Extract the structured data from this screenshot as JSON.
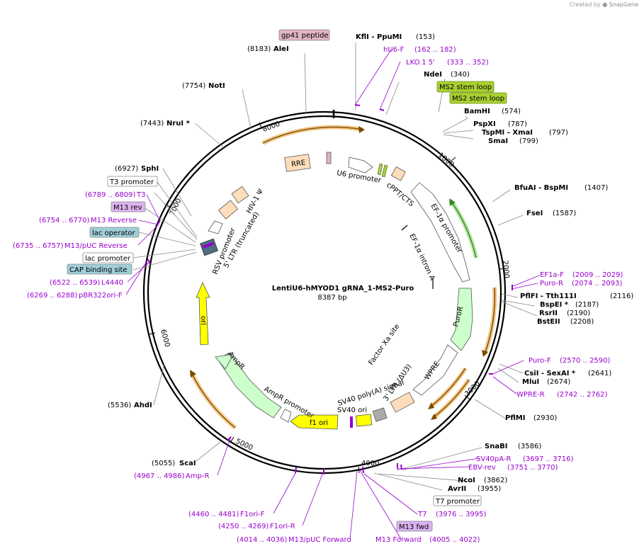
{
  "brand": {
    "created_by": "Created by",
    "name": "SnapGene"
  },
  "plasmid": {
    "name": "LentiU6-hMYOD1 gRNA_1-MS2-Puro",
    "length": "8387 bp",
    "length_bp": 8387
  },
  "colors": {
    "backbone": "#000000",
    "feature_line": "#9900cc",
    "feature_text": "#9900cc",
    "enzyme_text": "#000000",
    "orange_arc": "#e0a040",
    "green_arc": "#6bc84b",
    "promoter_fill": "#ffffff",
    "cds_fill": "#ccffcc",
    "ori_fill": "#ffff00",
    "misc_fill": "#ffddbb",
    "gp41_fill": "#e0b3c4",
    "ms2_fill": "#a8d030",
    "lac_fill": "#9fcfd8",
    "m13_fill": "#dcb3f0",
    "grey_fill": "#aaaaaa"
  },
  "tick_labels": [
    "1000",
    "2000",
    "3000",
    "4000",
    "5000",
    "6000",
    "7000",
    "8000"
  ],
  "enzymes": [
    {
      "id": "klfi-ppumi",
      "name": "KflI  - PpuMI",
      "pos": "(153)"
    },
    {
      "id": "ndei",
      "name": "NdeI",
      "pos": "(340)"
    },
    {
      "id": "bamhi",
      "name": "BamHI",
      "pos": "(574)"
    },
    {
      "id": "pspxi",
      "name": "PspXI",
      "pos": "(787)"
    },
    {
      "id": "tspmi-xmai",
      "name": "TspMI  - XmaI",
      "pos": "(797)"
    },
    {
      "id": "smai",
      "name": "SmaI",
      "pos": "(799)"
    },
    {
      "id": "bfuai-bspmi",
      "name": "BfuAI  - BspMI",
      "pos": "(1407)"
    },
    {
      "id": "fsei",
      "name": "FseI",
      "pos": "(1587)"
    },
    {
      "id": "pflfi-tth111i",
      "name": "PflFI  - Tth111I",
      "pos": "(2116)"
    },
    {
      "id": "bspei",
      "name": "BspEI *",
      "pos": "(2187)"
    },
    {
      "id": "rsrii",
      "name": "RsrII",
      "pos": "(2190)"
    },
    {
      "id": "bsteii",
      "name": "BstEII",
      "pos": "(2208)"
    },
    {
      "id": "csii-sexai",
      "name": "CsiI  - SexAI *",
      "pos": "(2641)"
    },
    {
      "id": "mlui",
      "name": "MluI",
      "pos": "(2674)"
    },
    {
      "id": "pflmi",
      "name": "PflMI",
      "pos": "(2930)"
    },
    {
      "id": "snabi",
      "name": "SnaBI",
      "pos": "(3586)"
    },
    {
      "id": "ncoi",
      "name": "NcoI",
      "pos": "(3862)"
    },
    {
      "id": "avrii",
      "name": "AvrII",
      "pos": "(3955)"
    },
    {
      "id": "scai",
      "name": "ScaI",
      "pos": "(5055)"
    },
    {
      "id": "ahdi",
      "name": "AhdI",
      "pos": "(5536)"
    },
    {
      "id": "sphi",
      "name": "SphI",
      "pos": "(6927)"
    },
    {
      "id": "nrui",
      "name": "NruI *",
      "pos": "(7443)"
    },
    {
      "id": "noti",
      "name": "NotI",
      "pos": "(7754)"
    },
    {
      "id": "alei",
      "name": "AleI",
      "pos": "(8183)"
    }
  ],
  "primers": [
    {
      "id": "hu6-f",
      "name": "hU6-F",
      "range": "(162 .. 182)"
    },
    {
      "id": "lko1-5",
      "name": "LKO.1 5'",
      "range": "(333 .. 352)"
    },
    {
      "id": "ef1a-f",
      "name": "EF1a-F",
      "range": "(2009 .. 2029)"
    },
    {
      "id": "puro-r",
      "name": "Puro-R",
      "range": "(2074 .. 2093)"
    },
    {
      "id": "puro-f",
      "name": "Puro-F",
      "range": "(2570 .. 2590)"
    },
    {
      "id": "wpre-r",
      "name": "WPRE-R",
      "range": "(2742 .. 2762)"
    },
    {
      "id": "sv40pa-r",
      "name": "SV40pA-R",
      "range": "(3697 .. 3716)"
    },
    {
      "id": "ebv-rev",
      "name": "EBV-rev",
      "range": "(3751 .. 3770)"
    },
    {
      "id": "t7",
      "name": "T7",
      "range": "(3976 .. 3995)"
    },
    {
      "id": "m13-forward",
      "name": "M13 Forward",
      "range": "(4005 .. 4022)"
    },
    {
      "id": "m13puc-forward",
      "name": "M13/pUC Forward",
      "range": "(4014 .. 4036)"
    },
    {
      "id": "f1ori-r",
      "name": "F1ori-R",
      "range": "(4250 .. 4269)"
    },
    {
      "id": "f1ori-f",
      "name": "F1ori-F",
      "range": "(4460 .. 4481)"
    },
    {
      "id": "amp-r",
      "name": "Amp-R",
      "range": "(4967 .. 4986)"
    },
    {
      "id": "pbr322ori-f",
      "name": "pBR322ori-F",
      "range": "(6269 .. 6288)"
    },
    {
      "id": "l4440",
      "name": "L4440",
      "range": "(6522 .. 6539)"
    },
    {
      "id": "m13puc-reverse",
      "name": "M13/pUC Reverse",
      "range": "(6735 .. 6757)"
    },
    {
      "id": "m13-reverse",
      "name": "M13 Reverse",
      "range": "(6754 .. 6770)"
    },
    {
      "id": "t3",
      "name": "T3",
      "range": "(6789 .. 6809)"
    }
  ],
  "boxed_labels": [
    {
      "id": "gp41-peptide",
      "text": "gp41 peptide",
      "fill": "gp41"
    },
    {
      "id": "ms2-stem-loop-1",
      "text": "MS2 stem loop",
      "fill": "ms2"
    },
    {
      "id": "ms2-stem-loop-2",
      "text": "MS2 stem loop",
      "fill": "ms2"
    },
    {
      "id": "t3-promoter",
      "text": "T3 promoter",
      "fill": "white"
    },
    {
      "id": "m13-rev",
      "text": "M13 rev",
      "fill": "m13"
    },
    {
      "id": "lac-operator",
      "text": "lac operator",
      "fill": "lac"
    },
    {
      "id": "lac-promoter",
      "text": "lac promoter",
      "fill": "white"
    },
    {
      "id": "cap-binding-site",
      "text": "CAP binding site",
      "fill": "lac"
    },
    {
      "id": "t7-promoter",
      "text": "T7 promoter",
      "fill": "white"
    },
    {
      "id": "m13-fwd",
      "text": "M13 fwd",
      "fill": "m13"
    }
  ],
  "features": {
    "rre": "RRE",
    "u6_promoter": "U6 promoter",
    "cppt_cts": "cPPT/CTS",
    "ef1a_promoter": "EF-1α promoter",
    "ef1a_intron": "EF-1α intron A",
    "puror": "PuroR",
    "factor_xa": "Factor Xa site",
    "wpre": "WPRE",
    "ltr3": "3' LTR (ΔU3)",
    "sv40_polya": "SV40 poly(A) signal",
    "sv40_ori": "SV40 ori",
    "f1_ori": "f1 ori",
    "ampr_promoter": "AmpR promoter",
    "ampr": "AmpR",
    "ori": "ori",
    "rsv_promoter": "RSV promoter",
    "ltr5": "5' LTR (truncated)",
    "hiv1_psi": "HIV-1 Ψ"
  }
}
